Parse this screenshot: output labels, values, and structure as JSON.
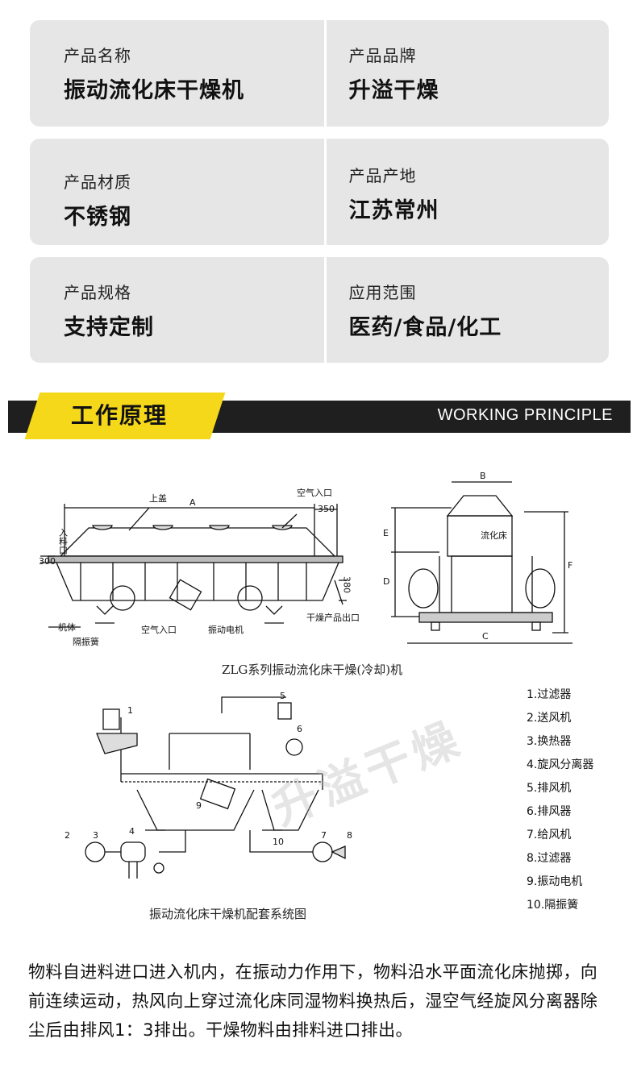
{
  "specs": [
    [
      {
        "label": "产品名称",
        "value": "振动流化床干燥机"
      },
      {
        "label": "产品品牌",
        "value": "升溢干燥"
      }
    ],
    [
      {
        "label": "产品材质",
        "value": "不锈钢"
      },
      {
        "label": "产品产地",
        "value": "江苏常州"
      }
    ],
    [
      {
        "label": "产品规格",
        "value": "支持定制"
      },
      {
        "label": "应用范围",
        "value": "医药/食品/化工"
      }
    ]
  ],
  "section": {
    "title": "工作原理",
    "title_en": "WORKING PRINCIPLE"
  },
  "diagram1": {
    "caption": "ZLG系列振动流化床干燥(冷却)机",
    "labels": {
      "cover": "上盖",
      "dim_a": "A",
      "air_inlet_top": "空气入口",
      "dim_350": "350",
      "feed_inlet": "入料口",
      "dim_300": "300",
      "dim_380": "380",
      "product_outlet": "干燥产品出口",
      "body": "机体",
      "spring": "隔振簧",
      "air_inlet_bottom": "空气入口",
      "motor": "振动电机",
      "dim_b": "B",
      "dim_e": "E",
      "dim_d": "D",
      "dim_f": "F",
      "dim_c": "C",
      "fluid_bed": "流化床"
    }
  },
  "diagram2": {
    "caption": "振动流化床干燥机配套系统图",
    "numbers": [
      "1",
      "2",
      "3",
      "4",
      "5",
      "6",
      "7",
      "8",
      "9",
      "10"
    ],
    "legend": [
      "1.过滤器",
      "2.送风机",
      "3.换热器",
      "4.旋风分离器",
      "5.排风机",
      "6.排风器",
      "7.给风机",
      "8.过滤器",
      "9.振动电机",
      "10.隔振簧"
    ],
    "watermark": "升溢干燥"
  },
  "description": "物料自进料进口进入机内，在振动力作用下，物料沿水平面流化床抛掷，向前连续运动，热风向上穿过流化床同湿物料换热后，湿空气经旋风分离器除尘后由排风1：3排出。干燥物料由排料进口排出。"
}
